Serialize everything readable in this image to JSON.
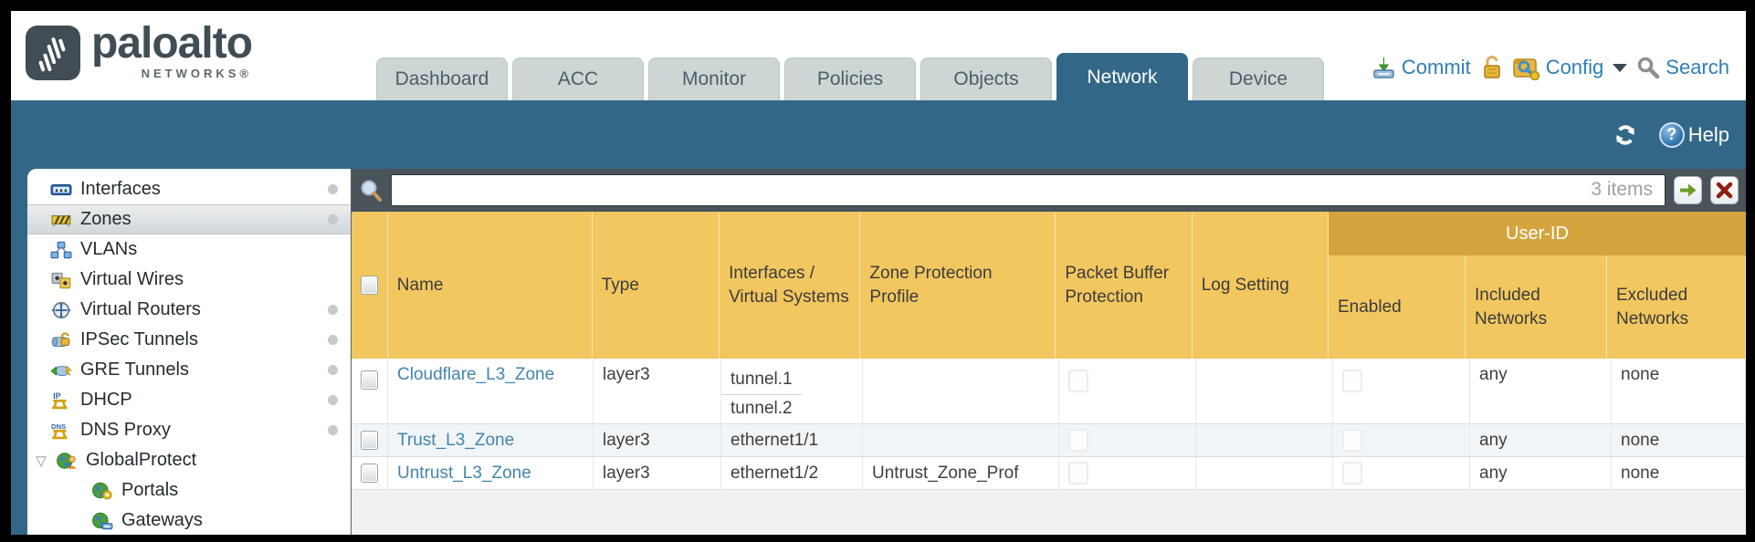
{
  "brand": {
    "name": "paloalto",
    "sub": "NETWORKS®"
  },
  "nav": {
    "tabs": [
      {
        "label": "Dashboard"
      },
      {
        "label": "ACC"
      },
      {
        "label": "Monitor"
      },
      {
        "label": "Policies"
      },
      {
        "label": "Objects"
      },
      {
        "label": "Network"
      },
      {
        "label": "Device"
      }
    ],
    "active_tab": "Network"
  },
  "utilities": {
    "commit": "Commit",
    "config": "Config",
    "search": "Search"
  },
  "toolbar": {
    "help": "Help"
  },
  "sidebar": {
    "items": [
      {
        "label": "Interfaces"
      },
      {
        "label": "Zones"
      },
      {
        "label": "VLANs"
      },
      {
        "label": "Virtual Wires"
      },
      {
        "label": "Virtual Routers"
      },
      {
        "label": "IPSec Tunnels"
      },
      {
        "label": "GRE Tunnels"
      },
      {
        "label": "DHCP"
      },
      {
        "label": "DNS Proxy"
      },
      {
        "label": "GlobalProtect"
      },
      {
        "label": "Portals"
      },
      {
        "label": "Gateways"
      }
    ],
    "selected": "Zones"
  },
  "filter": {
    "value": "",
    "count": "3 items"
  },
  "table": {
    "group_header": "User-ID",
    "columns": [
      "Name",
      "Type",
      "Interfaces / Virtual Systems",
      "Zone Protection Profile",
      "Packet Buffer Protection",
      "Log Setting",
      "Enabled",
      "Included Networks",
      "Excluded Networks"
    ],
    "rows": [
      {
        "name": "Cloudflare_L3_Zone",
        "type": "layer3",
        "interfaces": [
          "tunnel.1",
          "tunnel.2"
        ],
        "zone_protection_profile": "",
        "log_setting": "",
        "included_networks": "any",
        "excluded_networks": "none"
      },
      {
        "name": "Trust_L3_Zone",
        "type": "layer3",
        "interfaces": [
          "ethernet1/1"
        ],
        "zone_protection_profile": "",
        "log_setting": "",
        "included_networks": "any",
        "excluded_networks": "none"
      },
      {
        "name": "Untrust_L3_Zone",
        "type": "layer3",
        "interfaces": [
          "ethernet1/2"
        ],
        "zone_protection_profile": "Untrust_Zone_Prof",
        "log_setting": "",
        "included_networks": "any",
        "excluded_networks": "none"
      }
    ]
  },
  "colors": {
    "teal": "#326788",
    "header_gold": "#f2c75f",
    "group_gold": "#d4a53e",
    "link_blue": "#4285ad",
    "strip_dark": "#4a525a"
  }
}
